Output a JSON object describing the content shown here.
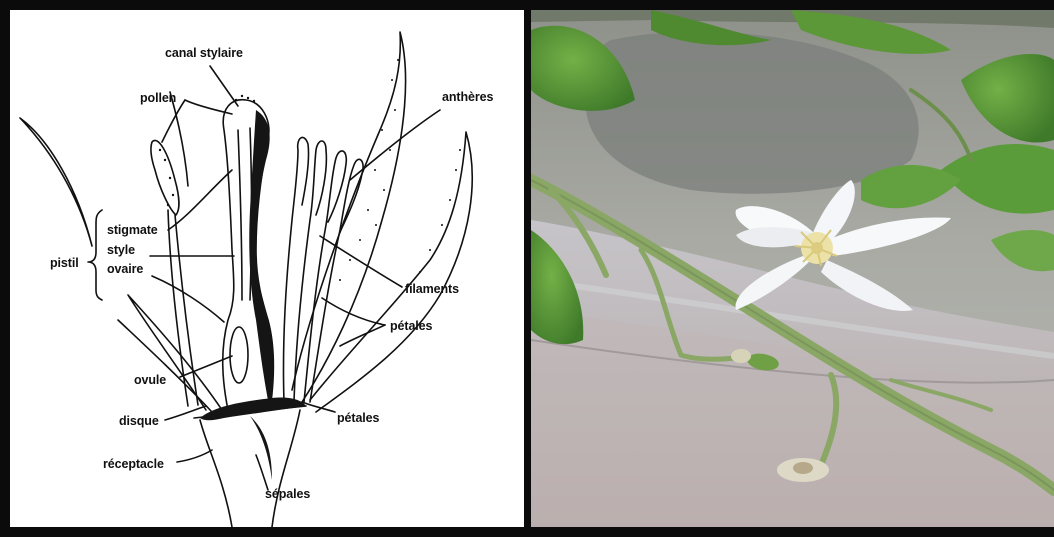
{
  "diagram": {
    "labels": {
      "canal_stylaire": "canal stylaire",
      "pollen": "pollen",
      "antheres": "anthères",
      "stigmate": "stigmate",
      "style": "style",
      "pistil": "pistil",
      "ovaire": "ovaire",
      "filaments": "filaments",
      "petales_upper": "pétales",
      "ovule": "ovule",
      "petales_lower": "pétales",
      "disque": "disque",
      "receptacle": "réceptacle",
      "sepales": "sépales"
    }
  },
  "colors": {
    "frame": "#0b0b0b",
    "ink": "#111111",
    "leaf_green": "#5f9a3c",
    "stem_green": "#8aa766",
    "petal_white": "#f8f9fb",
    "stamen_yellow": "#ece2a8"
  }
}
